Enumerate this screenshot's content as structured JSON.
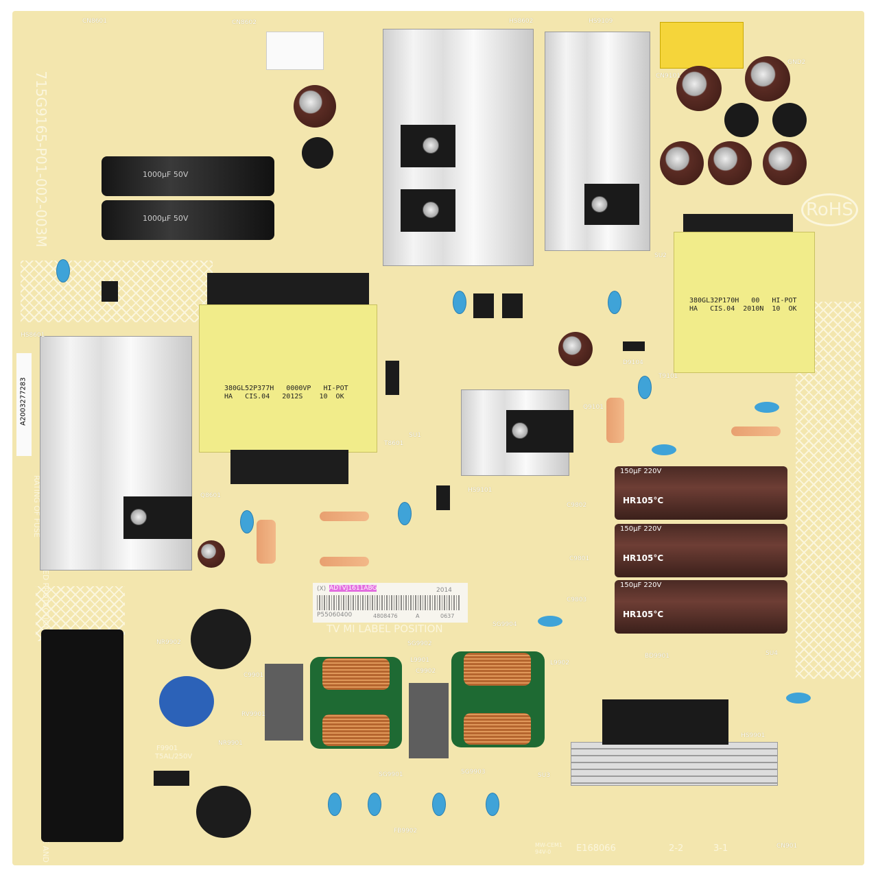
{
  "board": {
    "part_number": "715G9165-P01-002-003M",
    "rohs": "RoHS",
    "side_sticker": "A2003277283",
    "caution": "CAUTION : FOR CONTINUED PROTECTION AGAINST RISK OF FIRE REPLACE ONLY WITH SAME TYPE AND RATING OF FUSE",
    "fuse_rating": "T5AL/250V",
    "fuse_ref": "F9901",
    "label_position": "TV MI LABEL POSITION",
    "ul_mark": "MW-CEM1",
    "flammability": "94V-0",
    "ul_file": "E168066",
    "revision": "3-1",
    "layer_mark": "2-2"
  },
  "transformers": [
    {
      "line1": "380GL52P377H   0000VP   HI-POT",
      "line2": "HA   CIS.04   2012S    10  OK"
    },
    {
      "line1": "380GL32P170H   00   HI-POT",
      "line2": "HA   CIS.04  2010N  10  OK"
    }
  ],
  "sticker": {
    "prefix": "(X)",
    "code": "ADTVJ1611ABG",
    "year": "2014",
    "serial": "P55060400",
    "number": "4808476",
    "rev": "A",
    "date": "0637"
  },
  "capacitors": {
    "bulk_temp": "HR105°C",
    "bulk_rating": "150µF 220V",
    "filter_rating": "1000µF 50V"
  },
  "refs": [
    "CN8601",
    "CN8602",
    "HS8602",
    "HS9109",
    "CN9101",
    "GND2",
    "HS8601",
    "T8601",
    "T9101",
    "SU1",
    "SU2",
    "SU3",
    "SU4",
    "L9901",
    "L9902",
    "C9902",
    "C9901",
    "RV9901",
    "NR9901",
    "NR9902",
    "BD9901",
    "HS9901",
    "HS9101",
    "Q8601",
    "Q9101",
    "D9104",
    "C9802",
    "C9803",
    "C9801",
    "FB9902",
    "SG9901",
    "SG9902",
    "SG9903",
    "SG9904",
    "CN901"
  ],
  "colors": {
    "pcb": "#f3e6ae",
    "silk": "#fbf6dd",
    "transformer": "#f1ec8a",
    "y_cap": "#3fa3d8",
    "bulk_cap": "#5b2f28"
  }
}
